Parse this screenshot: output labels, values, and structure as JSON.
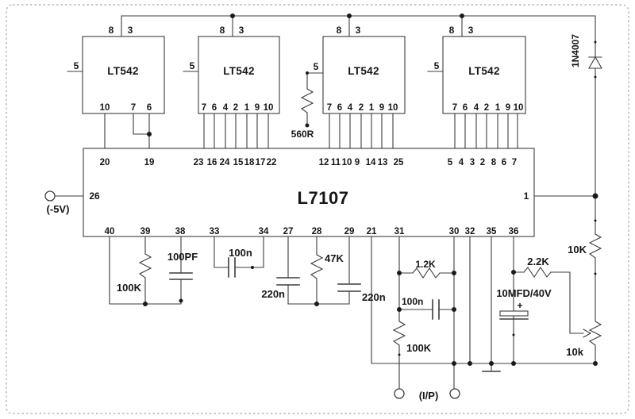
{
  "ic": {
    "label": "L7107",
    "left_pin": "26",
    "right_pin": "1",
    "top_pins": [
      "20",
      "19",
      "23",
      "16",
      "24",
      "15",
      "18",
      "17",
      "22",
      "12",
      "11",
      "10",
      "9",
      "14",
      "13",
      "25",
      "5",
      "4",
      "3",
      "2",
      "8",
      "6",
      "7"
    ],
    "bottom_pins": [
      "40",
      "39",
      "38",
      "33",
      "34",
      "27",
      "28",
      "29",
      "21",
      "31",
      "30",
      "32",
      "35",
      "36"
    ]
  },
  "displays": [
    {
      "label": "LT542",
      "top_left_pin": "8",
      "top_right_pin": "3",
      "left_pin": "5",
      "bottom_pins": [
        "10",
        "7",
        "6"
      ]
    },
    {
      "label": "LT542",
      "top_left_pin": "8",
      "top_right_pin": "3",
      "left_pin": "5",
      "bottom_pins": [
        "7",
        "6",
        "4",
        "2",
        "1",
        "9",
        "10"
      ]
    },
    {
      "label": "LT542",
      "top_left_pin": "8",
      "top_right_pin": "3",
      "left_pin": "5",
      "bottom_pins": [
        "7",
        "6",
        "4",
        "2",
        "1",
        "9",
        "10"
      ]
    },
    {
      "label": "LT542",
      "top_left_pin": "8",
      "top_right_pin": "3",
      "left_pin": "5",
      "bottom_pins": [
        "7",
        "6",
        "4",
        "2",
        "1",
        "9",
        "10"
      ]
    }
  ],
  "components": {
    "r_560": "560R",
    "d_1n4007": "1N4007",
    "r_100k_osc": "100K",
    "c_100pf": "100PF",
    "c_100n_ref": "100n",
    "c_220n_a": "220n",
    "r_47k": "47K",
    "c_220n_b": "220n",
    "r_1k2": "1.2K",
    "c_100n_in": "100n",
    "r_100k_in": "100K",
    "r_2k2": "2.2K",
    "c_10mfd": "10MFD/40V",
    "c_10mfd_polarity": "+",
    "r_10k": "10K",
    "r_10k_pot": "10k"
  },
  "terminals": {
    "supply": "(-5V)",
    "input": "(I/P)"
  }
}
